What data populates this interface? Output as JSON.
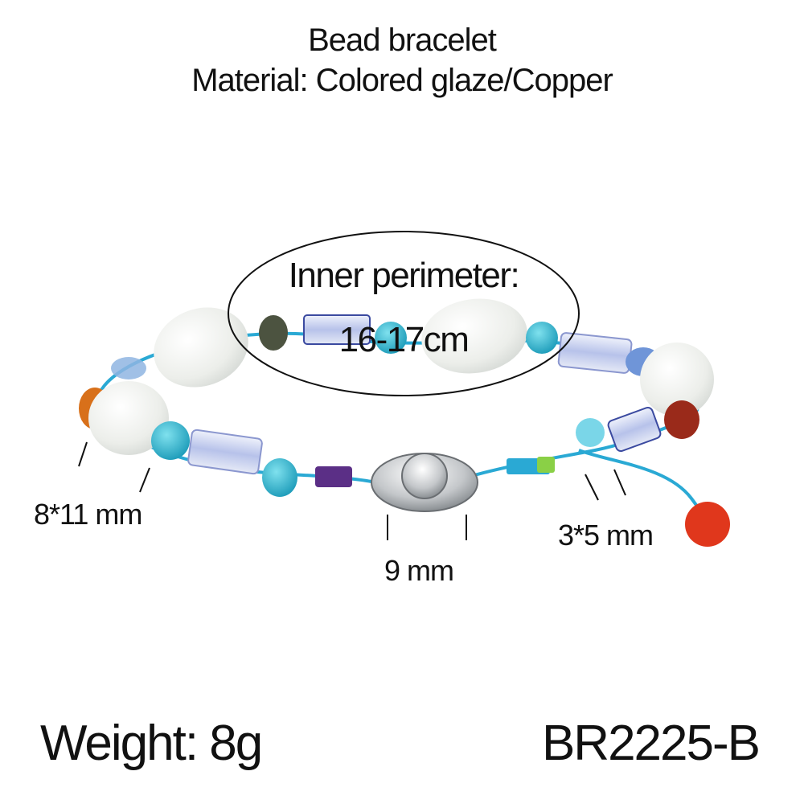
{
  "heading": {
    "line1": "Bead bracelet",
    "line2": "Material: Colored glaze/Copper"
  },
  "perimeter": {
    "label": "Inner perimeter:",
    "value": "16-17cm"
  },
  "dimensions": {
    "large_bead": "8*11 mm",
    "clasp": "9 mm",
    "small_bead": "3*5 mm"
  },
  "footer": {
    "weight": "Weight: 8g",
    "sku": "BR2225-B"
  },
  "colors": {
    "cord": "#2aa9d4",
    "moonstone": "#eef0ec",
    "turquoise": "#29b4cc",
    "glass_tube": "#c9d3f0",
    "silver": "#b9bcbf",
    "amber": "#d8701a",
    "carnelian": "#9a2a1a",
    "red": "#e0371c",
    "purple_wrap": "#5b2f86"
  }
}
